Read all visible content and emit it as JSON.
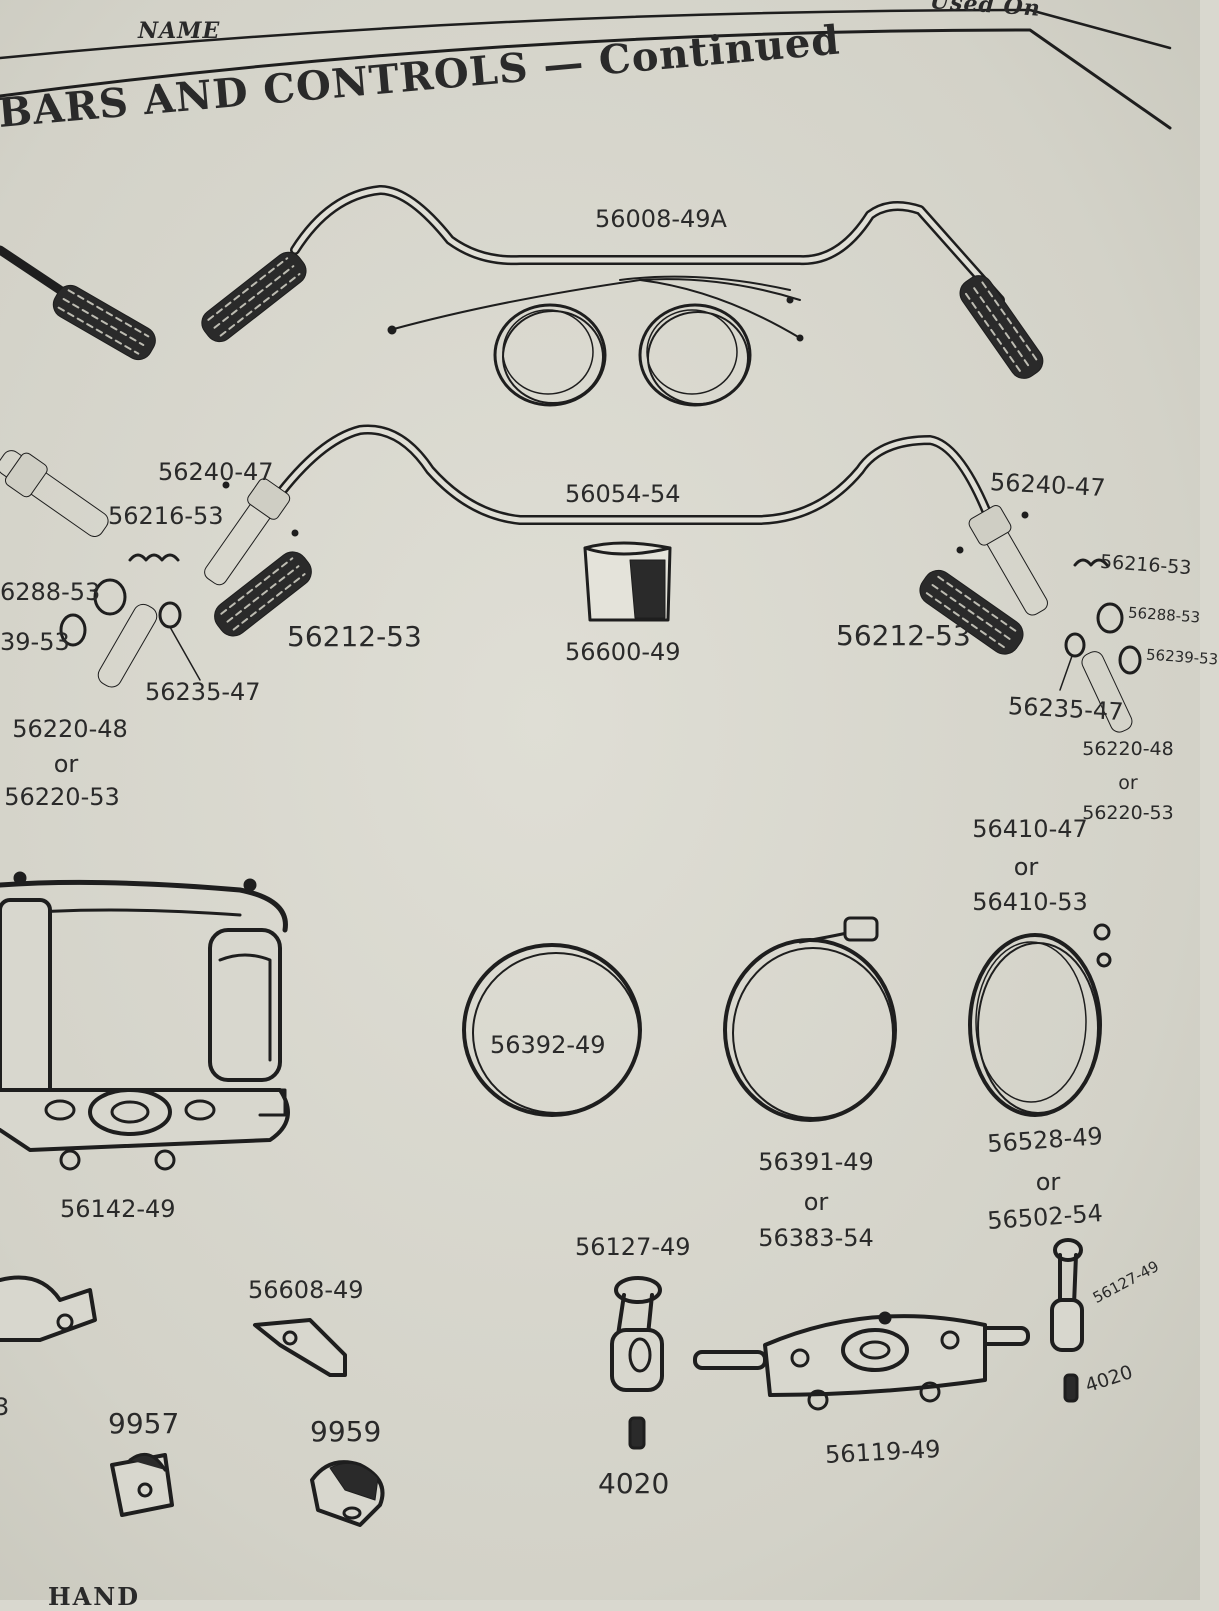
{
  "header": {
    "name_label": "NAME",
    "used_on_label": "Used On",
    "section_title": "BARS AND CONTROLS — Continued"
  },
  "parts": {
    "bar_49a": "56008-49A",
    "bar_54": "56054-54",
    "l_56240_47": "56240-47",
    "l_56216_53": "56216-53",
    "l_56288_53": "6288-53",
    "l_56239_53": "39-53",
    "l_56235_47": "56235-47",
    "l_56220_48": "56220-48",
    "l_or_1": "or",
    "l_56220_53": "56220-53",
    "l_56212_53": "56212-53",
    "c_56600_49": "56600-49",
    "r_56240_47": "56240-47",
    "r_56216_53": "56216-53",
    "r_56288_53": "56288-53",
    "r_56239_53": "56239-53",
    "r_56212_53": "56212-53",
    "r_56235_47": "56235-47",
    "r_56220_48": "56220-48",
    "r_or_1": "or",
    "r_56220_53": "56220-53",
    "r_56410_47": "56410-47",
    "r_or_2": "or",
    "r_56410_53": "56410-53",
    "clamp_56142_49": "56142-49",
    "coil_56392_49": "56392-49",
    "coil_56391_49": "56391-49",
    "coil_or": "or",
    "coil_56383_54": "56383-54",
    "coil_56528_49": "56528-49",
    "coil2_or": "or",
    "coil_56502_54": "56502-54",
    "b_56127_49": "56127-49",
    "b_4020": "4020",
    "b_56119_49": "56119-49",
    "r_56127_49": "56127-49",
    "r_4020": "4020",
    "b_56608_49": "56608-49",
    "b_9957": "9957",
    "b_9959": "9959",
    "cut_3": "3",
    "bottom_cut": "HAND"
  }
}
